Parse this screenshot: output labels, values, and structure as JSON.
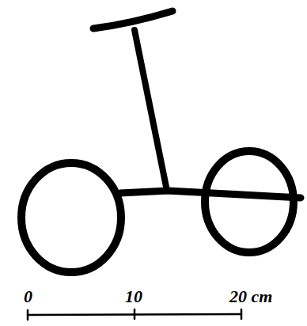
{
  "diagram": {
    "labels": [
      "0",
      "10",
      "20 cm"
    ]
  }
}
